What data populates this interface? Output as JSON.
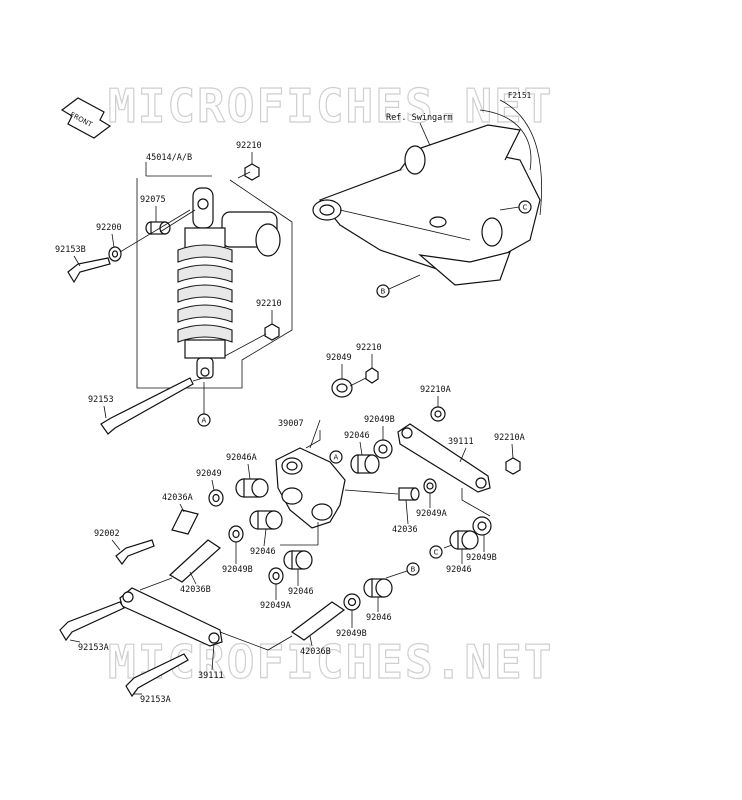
{
  "figure_code": "F2151",
  "watermark": "MICROFICHES.NET",
  "front_arrow_label": "FRONT",
  "ref_label": "Ref. Swingarm",
  "callouts": [
    "A",
    "B",
    "C"
  ],
  "part_labels": {
    "shock": "45014/A/B",
    "nut_top": "92210",
    "collar_top": "92075",
    "washer_top": "92200",
    "bolt_top": "92153B",
    "nut_mid": "92210",
    "bolt_bottom": "92153",
    "nut_rocker_top": "92210",
    "seal_rocker_top": "92049",
    "rocker": "39007",
    "nut_rod": "92210A",
    "seal_rod": "92049B",
    "bearing_rocker": "92046",
    "tie_rod": "39111",
    "nut_rod_end": "92210A",
    "bearing_a": "92046A",
    "seal_a": "92049",
    "sleeve_a": "42036A",
    "sleeve_rod": "42036",
    "seal_rod_a": "92049A",
    "bolt_small": "92002",
    "bearing_left": "92046",
    "seal_left_b": "92049B",
    "sleeve_b": "42036B",
    "bearing_low": "92046",
    "seal_low_a": "92049A",
    "seal_c_b": "92049B",
    "bearing_c": "92046",
    "bearing_b": "92046",
    "seal_b_b": "92049B",
    "sleeve_b2": "42036B",
    "bolt_long_1": "92153A",
    "tie_rod_2": "39111",
    "bolt_long_2": "92153A"
  }
}
